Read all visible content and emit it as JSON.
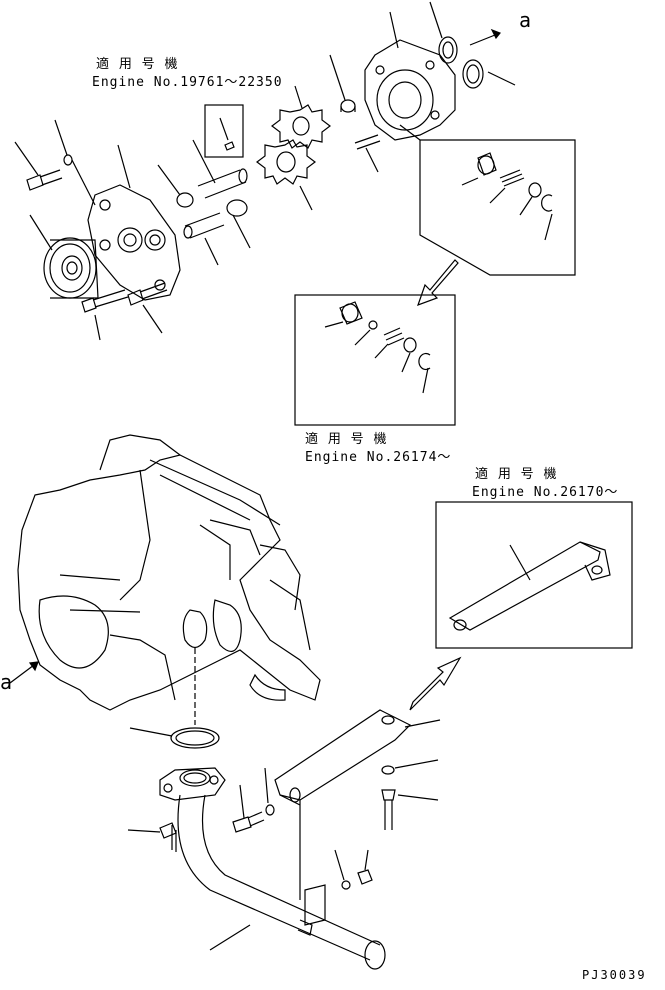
{
  "notes": {
    "top": {
      "title": "適 用 号 機",
      "engine": "Engine No.19761～22350"
    },
    "mid": {
      "title": "適 用 号 機",
      "engine": "Engine No.26174～"
    },
    "right": {
      "title": "適 用 号 機",
      "engine": "Engine No.26170～"
    }
  },
  "callouts": {
    "top_a": "a",
    "left_a": "a"
  },
  "drawing_code": "PJ30039",
  "colors": {
    "ink": "#000000",
    "paper": "#ffffff"
  }
}
